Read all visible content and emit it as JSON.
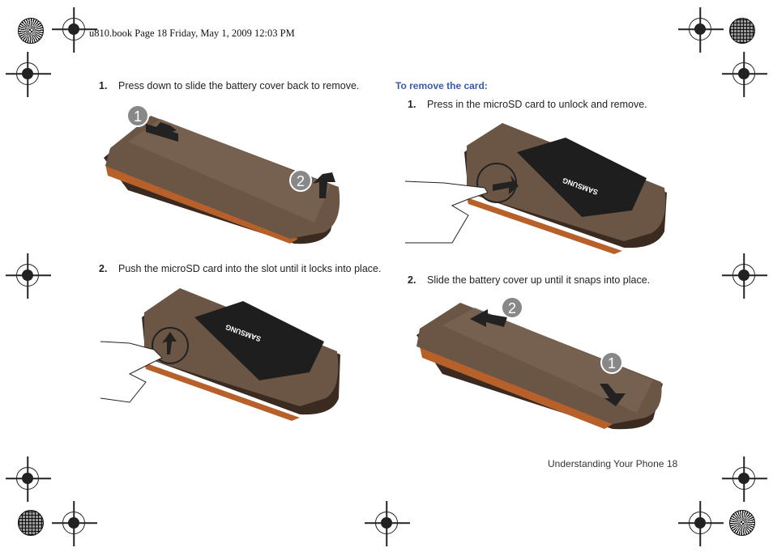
{
  "header": {
    "text": "u810.book  Page 18  Friday, May 1, 2009  12:03 PM"
  },
  "left_column": {
    "step1": {
      "number": "1.",
      "text": "Press down to slide the battery cover back to remove."
    },
    "step2": {
      "number": "2.",
      "text": "Push the microSD card into the slot until it locks into place."
    }
  },
  "right_column": {
    "subheading": "To remove the card:",
    "step1": {
      "number": "1.",
      "text": "Press in the microSD card to unlock and remove."
    },
    "step2": {
      "number": "2.",
      "text": "Slide the battery cover up until it snaps into place."
    }
  },
  "figures": {
    "fig1": {
      "callouts": [
        "1",
        "2"
      ]
    },
    "fig2": {
      "brand": "SAMSUNG"
    },
    "fig3": {
      "brand": "SAMSUNG"
    },
    "fig4": {
      "callouts": [
        "2",
        "1"
      ]
    }
  },
  "footer": {
    "section": "Understanding Your Phone",
    "page": "18"
  },
  "colors": {
    "phone_body": "#6b5646",
    "phone_dark": "#3a2a20",
    "phone_trim": "#b8602a",
    "subheading": "#3a5ba8",
    "arrow": "#222222"
  }
}
